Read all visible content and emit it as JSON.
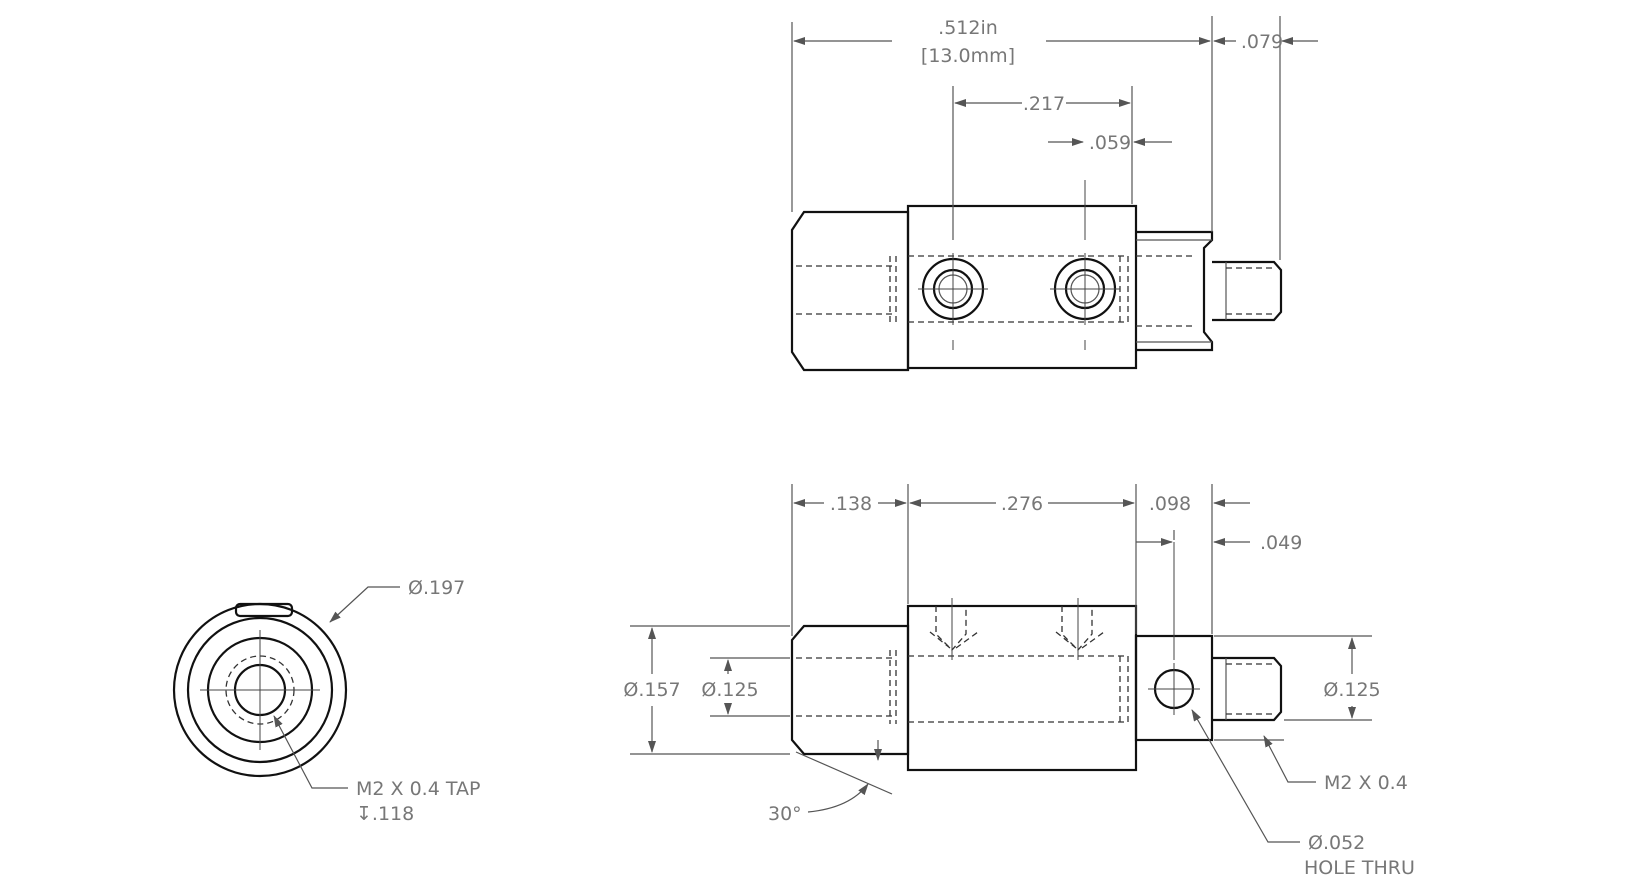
{
  "top_view": {
    "overall": ".512in",
    "overall_mm": "[13.0mm]",
    "tip_length": ".079",
    "hole_spacing": ".217",
    "hole_edge": ".059"
  },
  "front_view": {
    "nose_length": ".138",
    "body_length": ".276",
    "neck_length": ".098",
    "groove_width": ".049",
    "nose_diameter": "Ø.157",
    "nose_bore": "Ø.125",
    "shank_diameter": "Ø.125",
    "chamfer": "30°",
    "thread": "M2 X 0.4",
    "cross_hole": "Ø.052",
    "cross_hole_note": "HOLE THRU"
  },
  "end_view": {
    "outer_diameter": "Ø.197",
    "tap": "M2 X 0.4 TAP",
    "tap_depth": "↧.118"
  }
}
